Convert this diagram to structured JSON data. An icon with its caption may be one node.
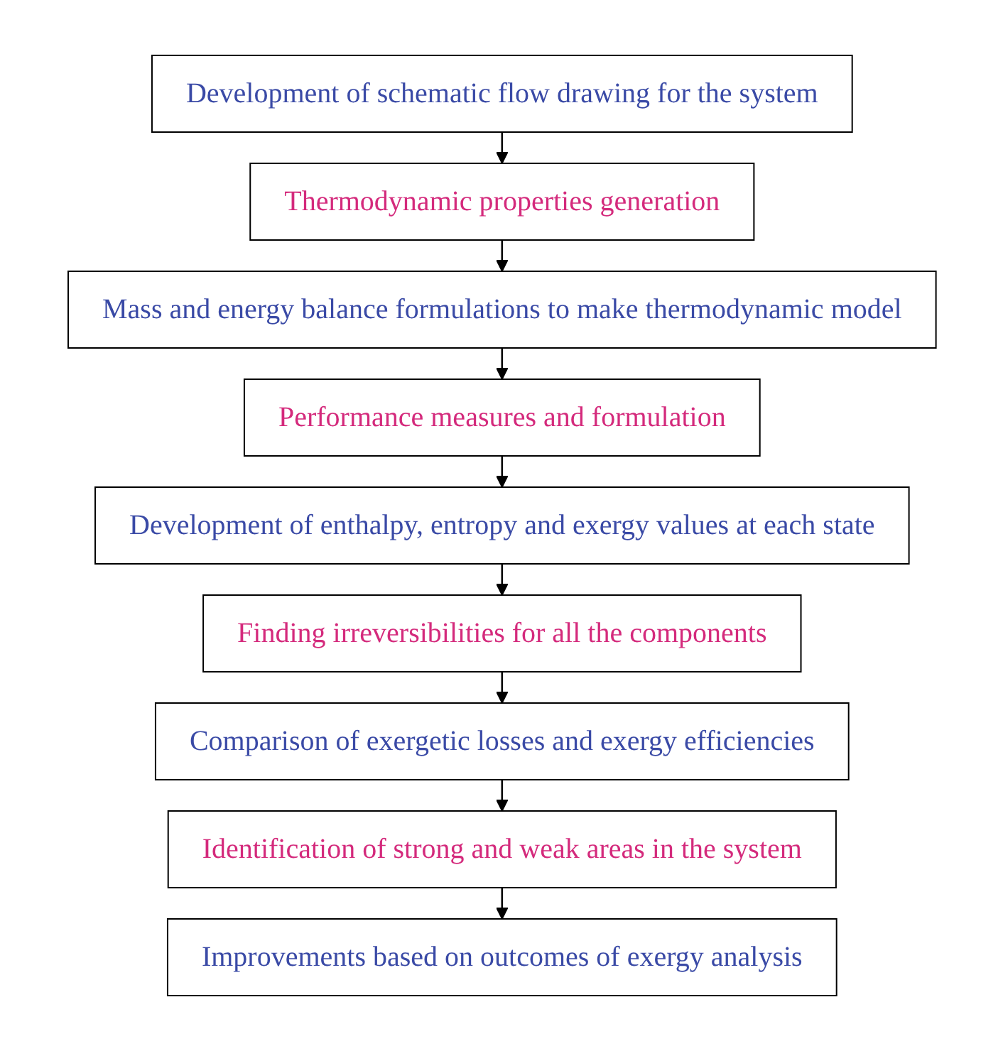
{
  "diagram": {
    "nodes": [
      {
        "text": [
          "Development of schematic flow drawing for the system"
        ]
      },
      {
        "text": [
          "Thermodynamic properties generation"
        ]
      },
      {
        "text": [
          "Mass and energy balance formulations to make thermodynamic model"
        ]
      },
      {
        "text": [
          "Performance measures and formulation"
        ]
      },
      {
        "text": [
          "Development of enthalpy, entropy and exergy values at each state"
        ]
      },
      {
        "text": [
          "Finding irreversibilities for all the components"
        ]
      },
      {
        "text": [
          "Comparison of exergetic losses and exergy efficiencies"
        ]
      },
      {
        "text": [
          "Identification of strong and weak areas in the system"
        ]
      },
      {
        "text": [
          "Improvements based on outcomes of exergy analysis"
        ]
      }
    ],
    "edges": [
      {
        "from": 0,
        "to": 1,
        "arrow": "to"
      },
      {
        "from": 1,
        "to": 2,
        "arrow": "to"
      },
      {
        "from": 2,
        "to": 3,
        "arrow": "to"
      },
      {
        "from": 3,
        "to": 4,
        "arrow": "to"
      },
      {
        "from": 4,
        "to": 5,
        "arrow": "to"
      },
      {
        "from": 5,
        "to": 6,
        "arrow": "to"
      },
      {
        "from": 6,
        "to": 7,
        "arrow": "to"
      },
      {
        "from": 7,
        "to": 8,
        "arrow": "to"
      }
    ]
  }
}
